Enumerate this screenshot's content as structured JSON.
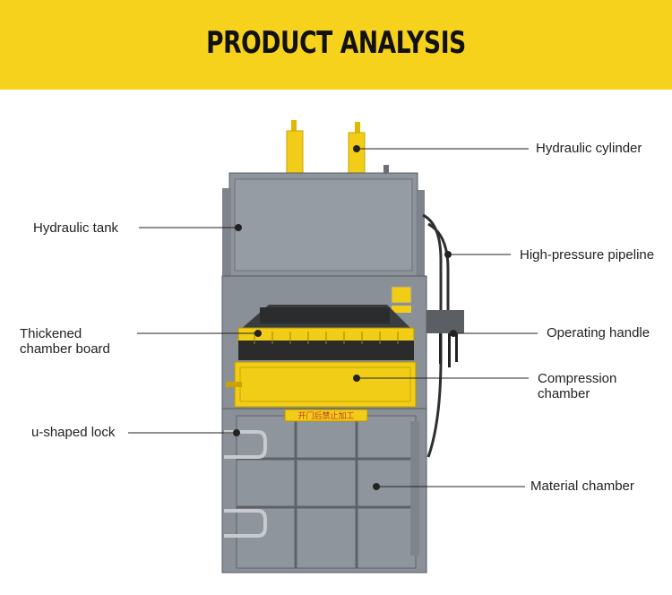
{
  "header": {
    "title": "PRODUCT ANALYSIS"
  },
  "colors": {
    "banner": "#f6d21c",
    "machine_body": "#8a9097",
    "accent_yellow": "#f2cd17"
  },
  "labels": {
    "hydraulic_cylinder": "Hydraulic cylinder",
    "hydraulic_tank": "Hydraulic tank",
    "high_pressure_pipeline": "High-pressure pipeline",
    "thickened_chamber_board_1": "Thickened",
    "thickened_chamber_board_2": "chamber board",
    "operating_handle": "Operating handle",
    "compression_chamber_1": "Compression",
    "compression_chamber_2": "chamber",
    "u_shaped_lock": "u-shaped lock",
    "material_chamber": "Material chamber"
  },
  "door_sign": "开门后禁止加工"
}
